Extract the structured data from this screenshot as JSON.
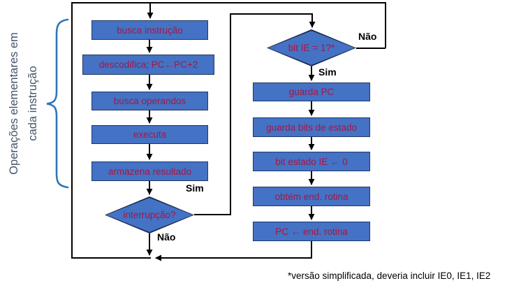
{
  "side_label": {
    "line1": "Operações elementares em",
    "line2": "cada instrução"
  },
  "flow": {
    "left_steps": [
      {
        "label": "busca instrução"
      },
      {
        "label": "descodifica; PC←PC+2"
      },
      {
        "label": "busca operandos"
      },
      {
        "label": "executa"
      },
      {
        "label": "armazena resultado"
      }
    ],
    "left_decision": {
      "label": "interrupção?",
      "yes": "Sim",
      "no": "Não"
    },
    "right_decision": {
      "label": "bit IE = 1?*",
      "yes": "Sim",
      "no": "Não"
    },
    "right_steps": [
      {
        "label": "guarda PC"
      },
      {
        "label": "guarda bits de estado"
      },
      {
        "label": "bit estado IE ← 0"
      },
      {
        "label": "obtém end. rotina"
      },
      {
        "label": "PC ← end. rotina"
      }
    ]
  },
  "footnote": "*versão simplificada, deveria incluir IE0, IE1, IE2",
  "colors": {
    "box_fill": "#4472C4",
    "box_border": "#203864",
    "box_text": "#A91642",
    "line": "#000000",
    "brace": "#2E75B6",
    "side_label_text": "#44546A"
  }
}
